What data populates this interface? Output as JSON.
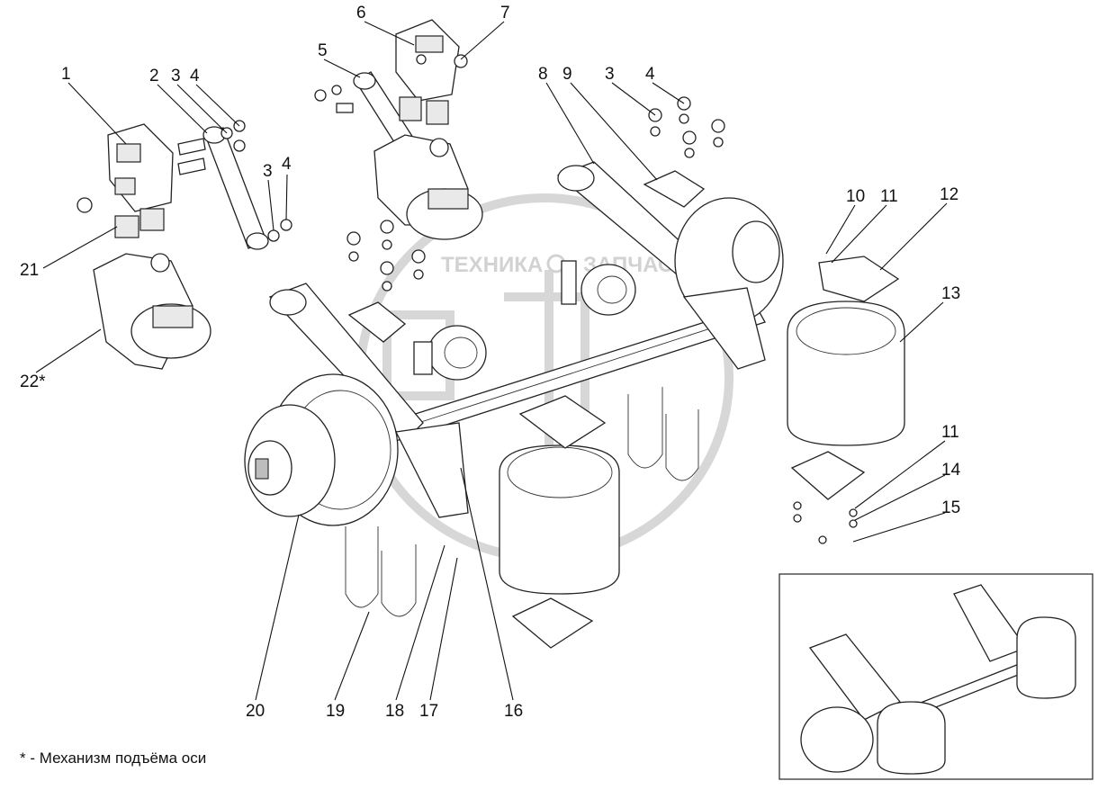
{
  "callouts": [
    {
      "label": "1"
    },
    {
      "label": "2"
    },
    {
      "label": "3"
    },
    {
      "label": "4"
    },
    {
      "label": "3"
    },
    {
      "label": "4"
    },
    {
      "label": "5"
    },
    {
      "label": "6"
    },
    {
      "label": "7"
    },
    {
      "label": "8"
    },
    {
      "label": "9"
    },
    {
      "label": "3"
    },
    {
      "label": "4"
    },
    {
      "label": "10"
    },
    {
      "label": "11"
    },
    {
      "label": "12"
    },
    {
      "label": "13"
    },
    {
      "label": "21"
    },
    {
      "label": "22*"
    },
    {
      "label": "11"
    },
    {
      "label": "14"
    },
    {
      "label": "15"
    },
    {
      "label": "16"
    },
    {
      "label": "17"
    },
    {
      "label": "18"
    },
    {
      "label": "19"
    },
    {
      "label": "20"
    }
  ],
  "watermark": {
    "text1": "ТЕХНИКА",
    "text2": "ЗАПЧАСТИ"
  },
  "footnote": "* - Механизм подъёма оси"
}
